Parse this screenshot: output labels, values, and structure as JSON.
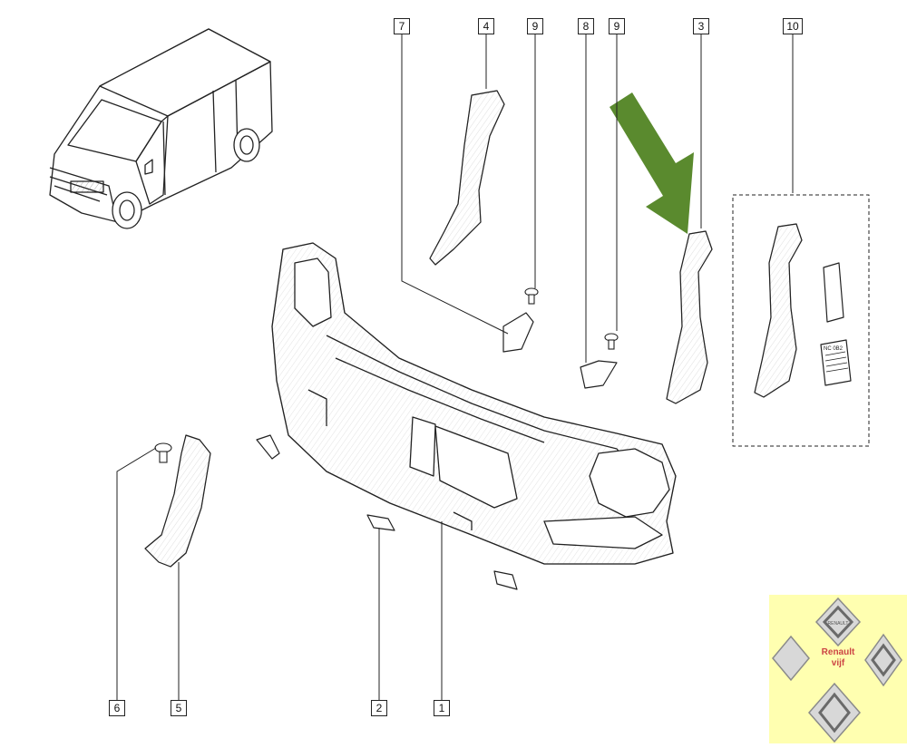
{
  "callouts": {
    "c1": "1",
    "c2": "2",
    "c3": "3",
    "c4": "4",
    "c5": "5",
    "c6": "6",
    "c7": "7",
    "c8": "8",
    "c9a": "9",
    "c9b": "9",
    "c10": "10"
  },
  "kit_document_label": "NC 0B2",
  "logo": {
    "line1": "Renault",
    "line2": "vijf",
    "badge_text": "RENAULT"
  },
  "colors": {
    "arrow": "#5a8a2e",
    "line": "#222222",
    "logo_bg": "#ffffb0",
    "logo_text": "#cc4444"
  }
}
